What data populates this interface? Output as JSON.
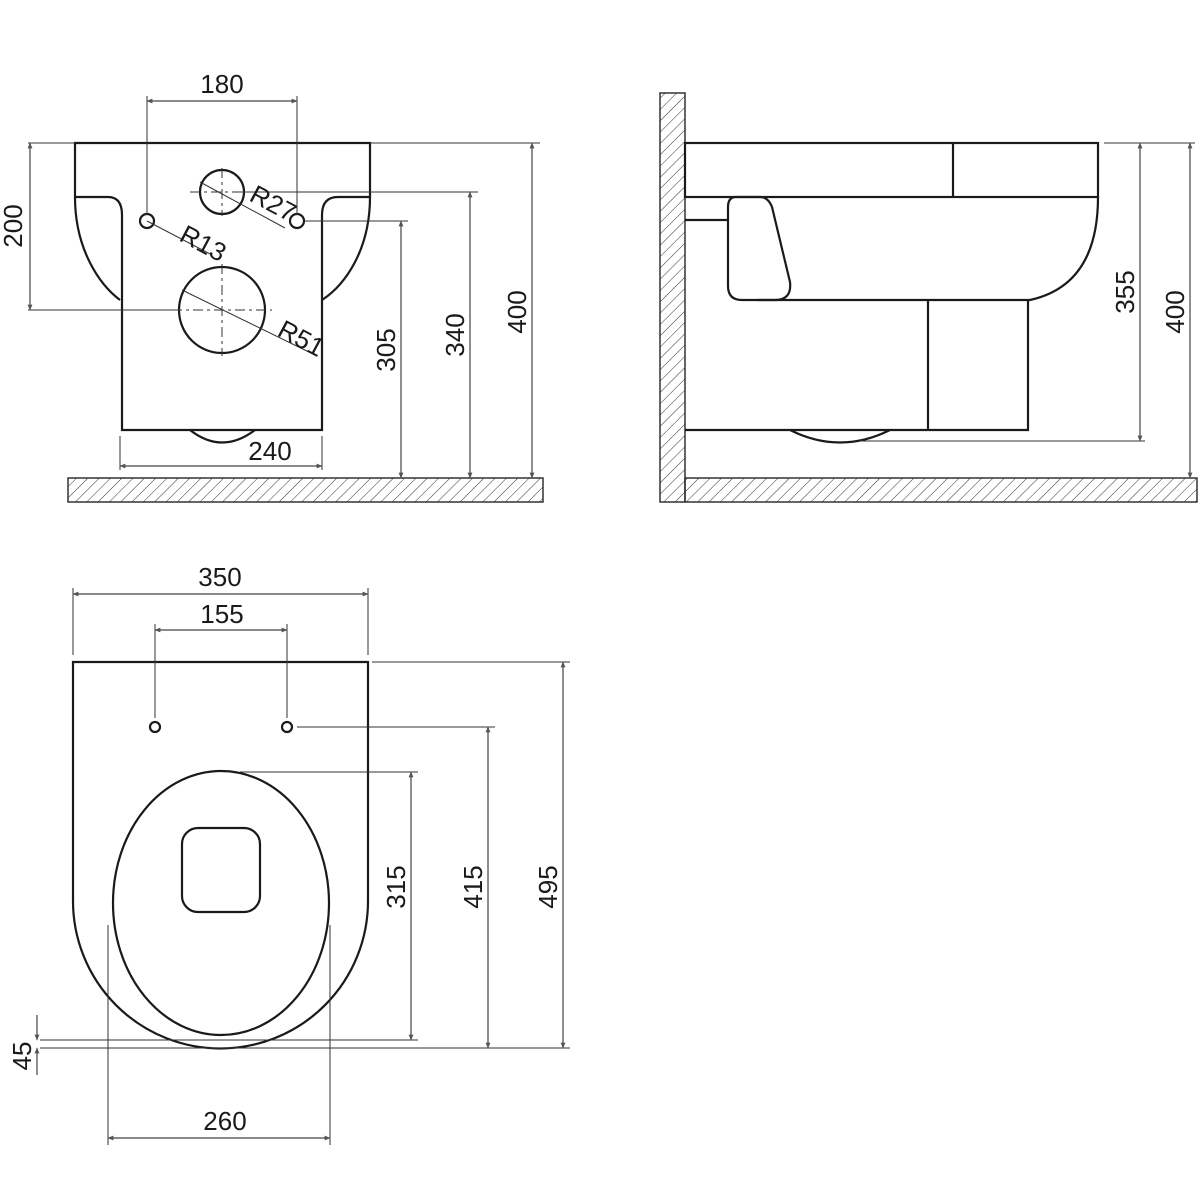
{
  "front_view": {
    "width_mounting_holes": "180",
    "radius_small_hole": "R13",
    "radius_upper_hole": "R27",
    "radius_drain": "R51",
    "body_width": "240",
    "height_upper_band": "200",
    "height_small_holes": "305",
    "height_upper_hole": "340",
    "total_height": "400"
  },
  "side_view": {
    "bottom_height": "355",
    "total_height": "400"
  },
  "top_view": {
    "total_width": "350",
    "hinge_spacing": "155",
    "seat_length": "315",
    "hinge_to_front": "415",
    "total_length": "495",
    "front_offset": "45",
    "seat_width": "260"
  },
  "colors": {
    "line": "#1a1a1a",
    "background": "#ffffff"
  }
}
